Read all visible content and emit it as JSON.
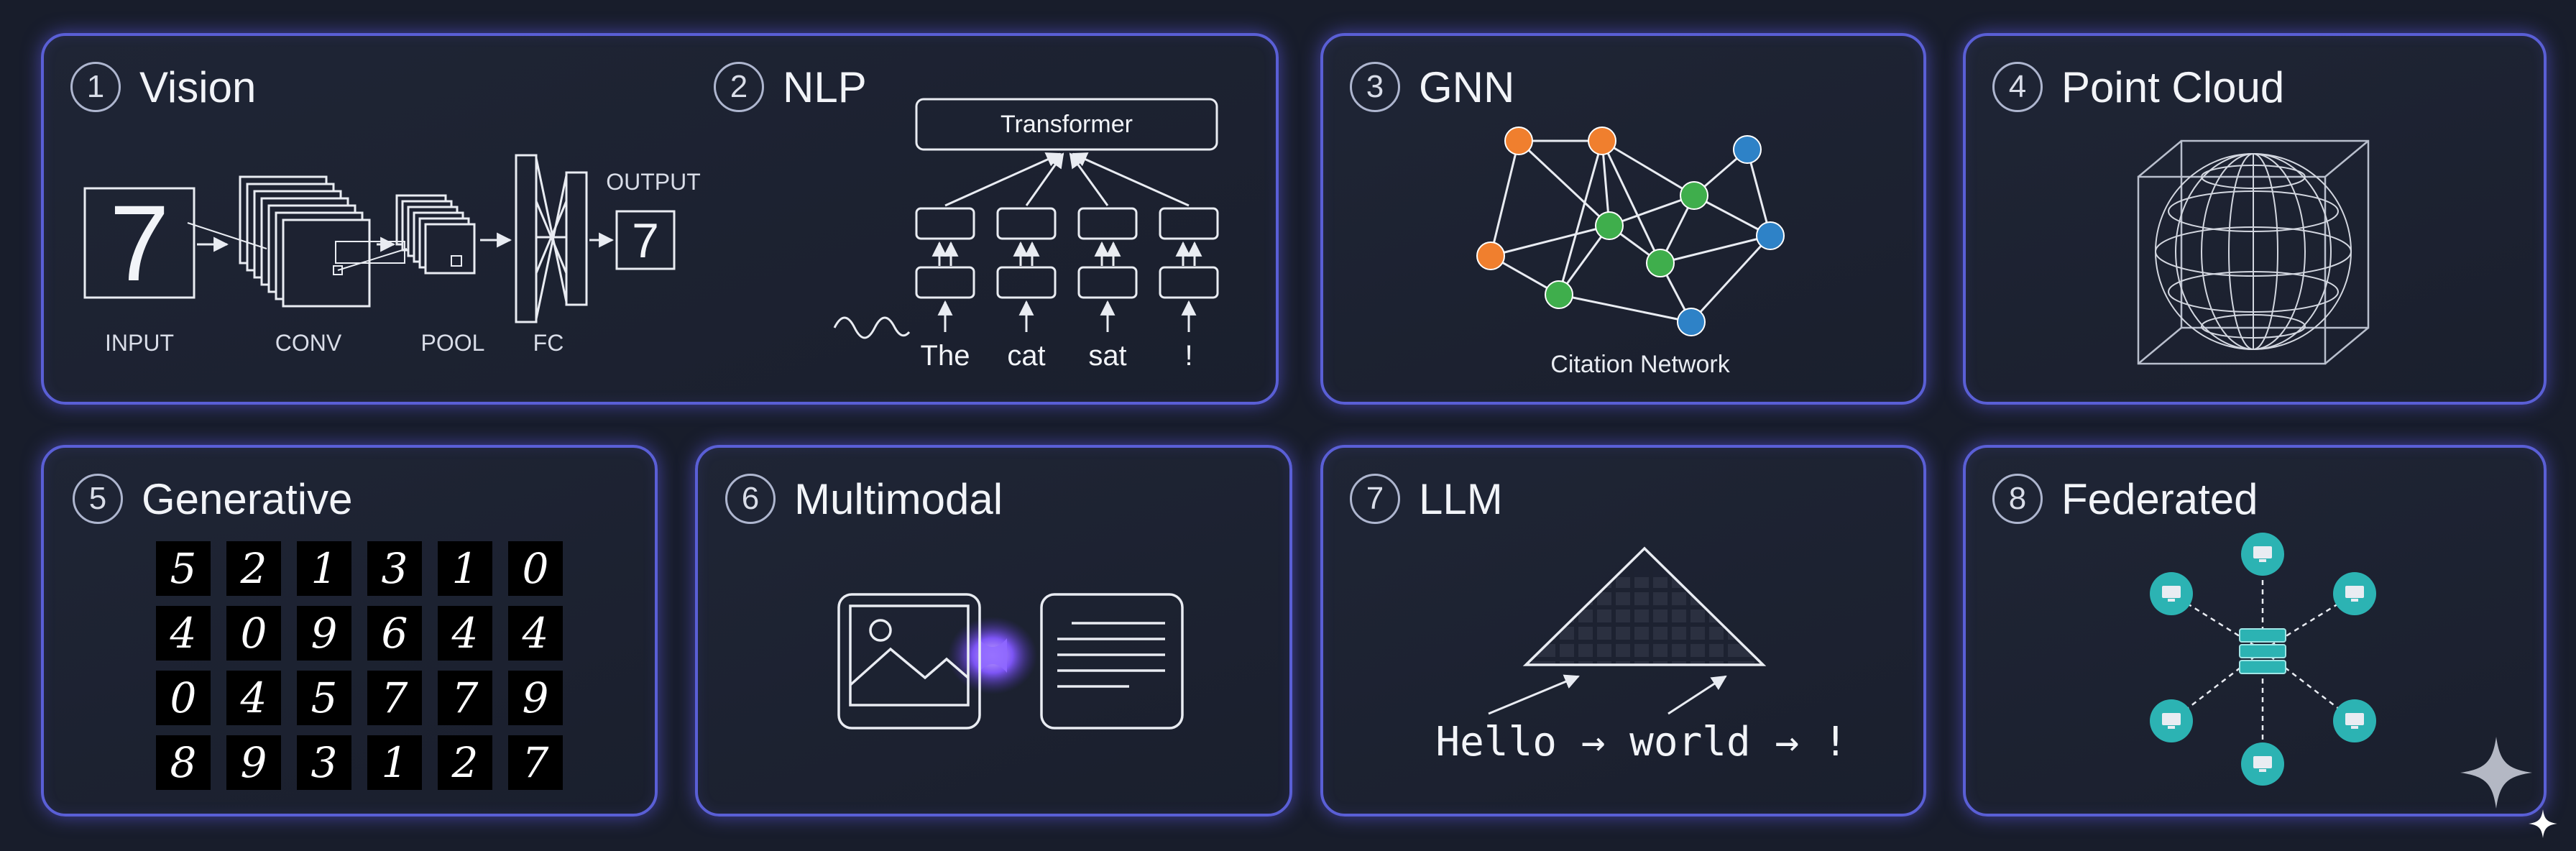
{
  "panels": [
    {
      "num": "1",
      "title": "Vision"
    },
    {
      "num": "2",
      "title": "NLP"
    },
    {
      "num": "3",
      "title": "GNN"
    },
    {
      "num": "4",
      "title": "Point Cloud"
    },
    {
      "num": "5",
      "title": "Generative"
    },
    {
      "num": "6",
      "title": "Multimodal"
    },
    {
      "num": "7",
      "title": "LLM"
    },
    {
      "num": "8",
      "title": "Federated"
    }
  ],
  "vision": {
    "input_digit": "7",
    "output_digit": "7",
    "labels": {
      "input": "INPUT",
      "conv": "CONV",
      "pool": "POOL",
      "fc": "FC",
      "output": "OUTPUT"
    }
  },
  "nlp": {
    "block_label": "Transformer",
    "tokens": [
      "The",
      "cat",
      "sat",
      "!"
    ]
  },
  "gnn": {
    "caption": "Citation Network",
    "colors": {
      "orange": "#f07f2e",
      "green": "#3fae4c",
      "blue": "#2e82c7"
    }
  },
  "generative": {
    "digits": [
      [
        "5",
        "2",
        "1",
        "3",
        "1",
        "0"
      ],
      [
        "4",
        "0",
        "9",
        "6",
        "4",
        "4"
      ],
      [
        "0",
        "4",
        "5",
        "7",
        "7",
        "9"
      ],
      [
        "8",
        "9",
        "3",
        "1",
        "2",
        "7"
      ]
    ]
  },
  "llm": {
    "sequence": "Hello → world → !"
  },
  "federated": {
    "color": "#2cb3b3"
  },
  "icons": [
    "sparkle-icon",
    "small-sparkle-icon"
  ]
}
